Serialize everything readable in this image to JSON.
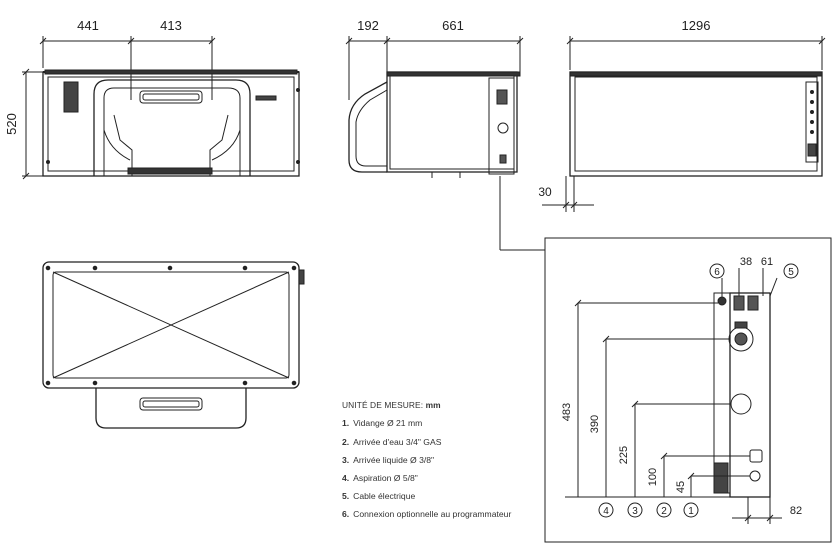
{
  "dimensions": {
    "front_left": "441",
    "front_right": "413",
    "front_height": "520",
    "side_depth_a": "192",
    "side_depth_b": "661",
    "rear_width": "1296",
    "offset_30": "30",
    "detail_top_38": "38",
    "detail_top_61": "61",
    "detail_483": "483",
    "detail_390": "390",
    "detail_225": "225",
    "detail_100": "100",
    "detail_45": "45",
    "detail_82": "82"
  },
  "callouts": {
    "c1": "1",
    "c2": "2",
    "c3": "3",
    "c4": "4",
    "c5": "5",
    "c6": "6"
  },
  "legend": {
    "title_prefix": "UNITÉ DE MESURE:",
    "title_unit": "mm",
    "items": [
      {
        "num": "1.",
        "text": "Vidange Ø 21 mm"
      },
      {
        "num": "2.",
        "text": "Arrivée d'eau 3/4\" GAS"
      },
      {
        "num": "3.",
        "text": "Arrivée liquide Ø 3/8\""
      },
      {
        "num": "4.",
        "text": "Aspiration Ø 5/8\""
      },
      {
        "num": "5.",
        "text": "Cable électrique"
      },
      {
        "num": "6.",
        "text": "Connexion optionnelle au programmateur"
      }
    ]
  }
}
